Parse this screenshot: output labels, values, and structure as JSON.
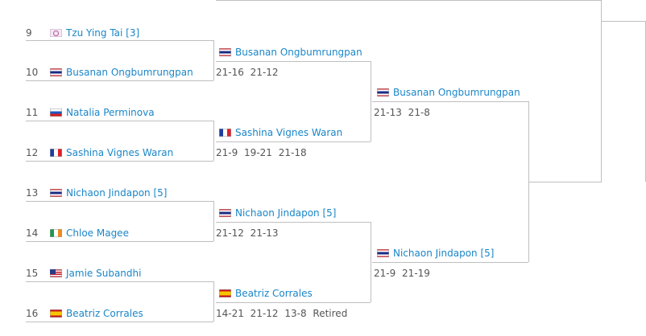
{
  "round1": [
    {
      "seed": "9",
      "name": "Tzu Ying Tai [3]",
      "flag": "tpe-icon",
      "flag_class": "tpe"
    },
    {
      "seed": "10",
      "name": "Busanan Ongbumrungpan",
      "flag": "thailand-flag-icon",
      "flag_class": "th"
    },
    {
      "seed": "11",
      "name": "Natalia Perminova",
      "flag": "russia-flag-icon",
      "flag_class": "ru"
    },
    {
      "seed": "12",
      "name": "Sashina Vignes Waran",
      "flag": "france-flag-icon",
      "flag_class": "fr"
    },
    {
      "seed": "13",
      "name": "Nichaon Jindapon [5]",
      "flag": "thailand-flag-icon",
      "flag_class": "th"
    },
    {
      "seed": "14",
      "name": "Chloe Magee",
      "flag": "ireland-flag-icon",
      "flag_class": "ie"
    },
    {
      "seed": "15",
      "name": "Jamie Subandhi",
      "flag": "usa-flag-icon",
      "flag_class": "us"
    },
    {
      "seed": "16",
      "name": "Beatriz Corrales",
      "flag": "spain-flag-icon",
      "flag_class": "es"
    }
  ],
  "round2": [
    {
      "name": "Busanan Ongbumrungpan",
      "flag": "thailand-flag-icon",
      "flag_class": "th",
      "score": "21-16  21-12"
    },
    {
      "name": "Sashina Vignes Waran",
      "flag": "france-flag-icon",
      "flag_class": "fr",
      "score": "21-9  19-21  21-18"
    },
    {
      "name": "Nichaon Jindapon [5]",
      "flag": "thailand-flag-icon",
      "flag_class": "th",
      "score": "21-12  21-13"
    },
    {
      "name": "Beatriz Corrales",
      "flag": "spain-flag-icon",
      "flag_class": "es",
      "score": "14-21  21-12  13-8  Retired"
    }
  ],
  "round3": [
    {
      "name": "Busanan Ongbumrungpan",
      "flag": "thailand-flag-icon",
      "flag_class": "th",
      "score": "21-13  21-8"
    },
    {
      "name": "Nichaon Jindapon [5]",
      "flag": "thailand-flag-icon",
      "flag_class": "th",
      "score": "21-9  21-19"
    }
  ]
}
